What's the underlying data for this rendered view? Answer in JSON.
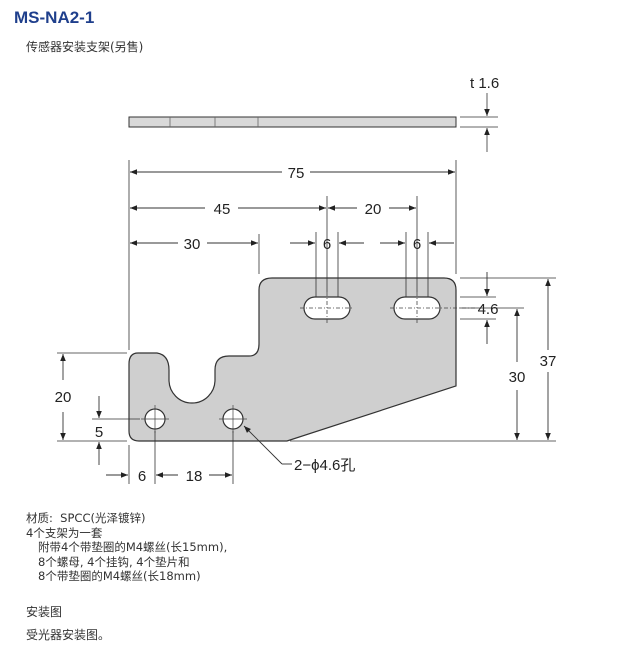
{
  "header": {
    "title": "MS-NA2-1",
    "subtitle": "传感器安装支架(另售)"
  },
  "drawing": {
    "thickness_label": "t 1.6",
    "dims": {
      "overall_width": "75",
      "width_45": "45",
      "width_20": "20",
      "width_30": "30",
      "slot_width_left": "6",
      "slot_width_right": "6",
      "slot_height": "4.6",
      "height_30": "30",
      "height_37": "37",
      "height_20": "20",
      "hole_offset_5": "5",
      "hole_offset_6": "6",
      "hole_pitch_18": "18",
      "hole_callout": "2−ϕ4.6孔"
    }
  },
  "notes": {
    "material": "材质:  SPCC(光泽镀锌)",
    "line2": "4个支架为一套",
    "line3": "附带4个带垫圈的M4螺丝(长15mm),",
    "line4": "8个螺母, 4个挂钩, 4个垫片和",
    "line5": "8个带垫圈的M4螺丝(长18mm)"
  },
  "install": {
    "title": "安装图",
    "text": "受光器安装图。"
  }
}
